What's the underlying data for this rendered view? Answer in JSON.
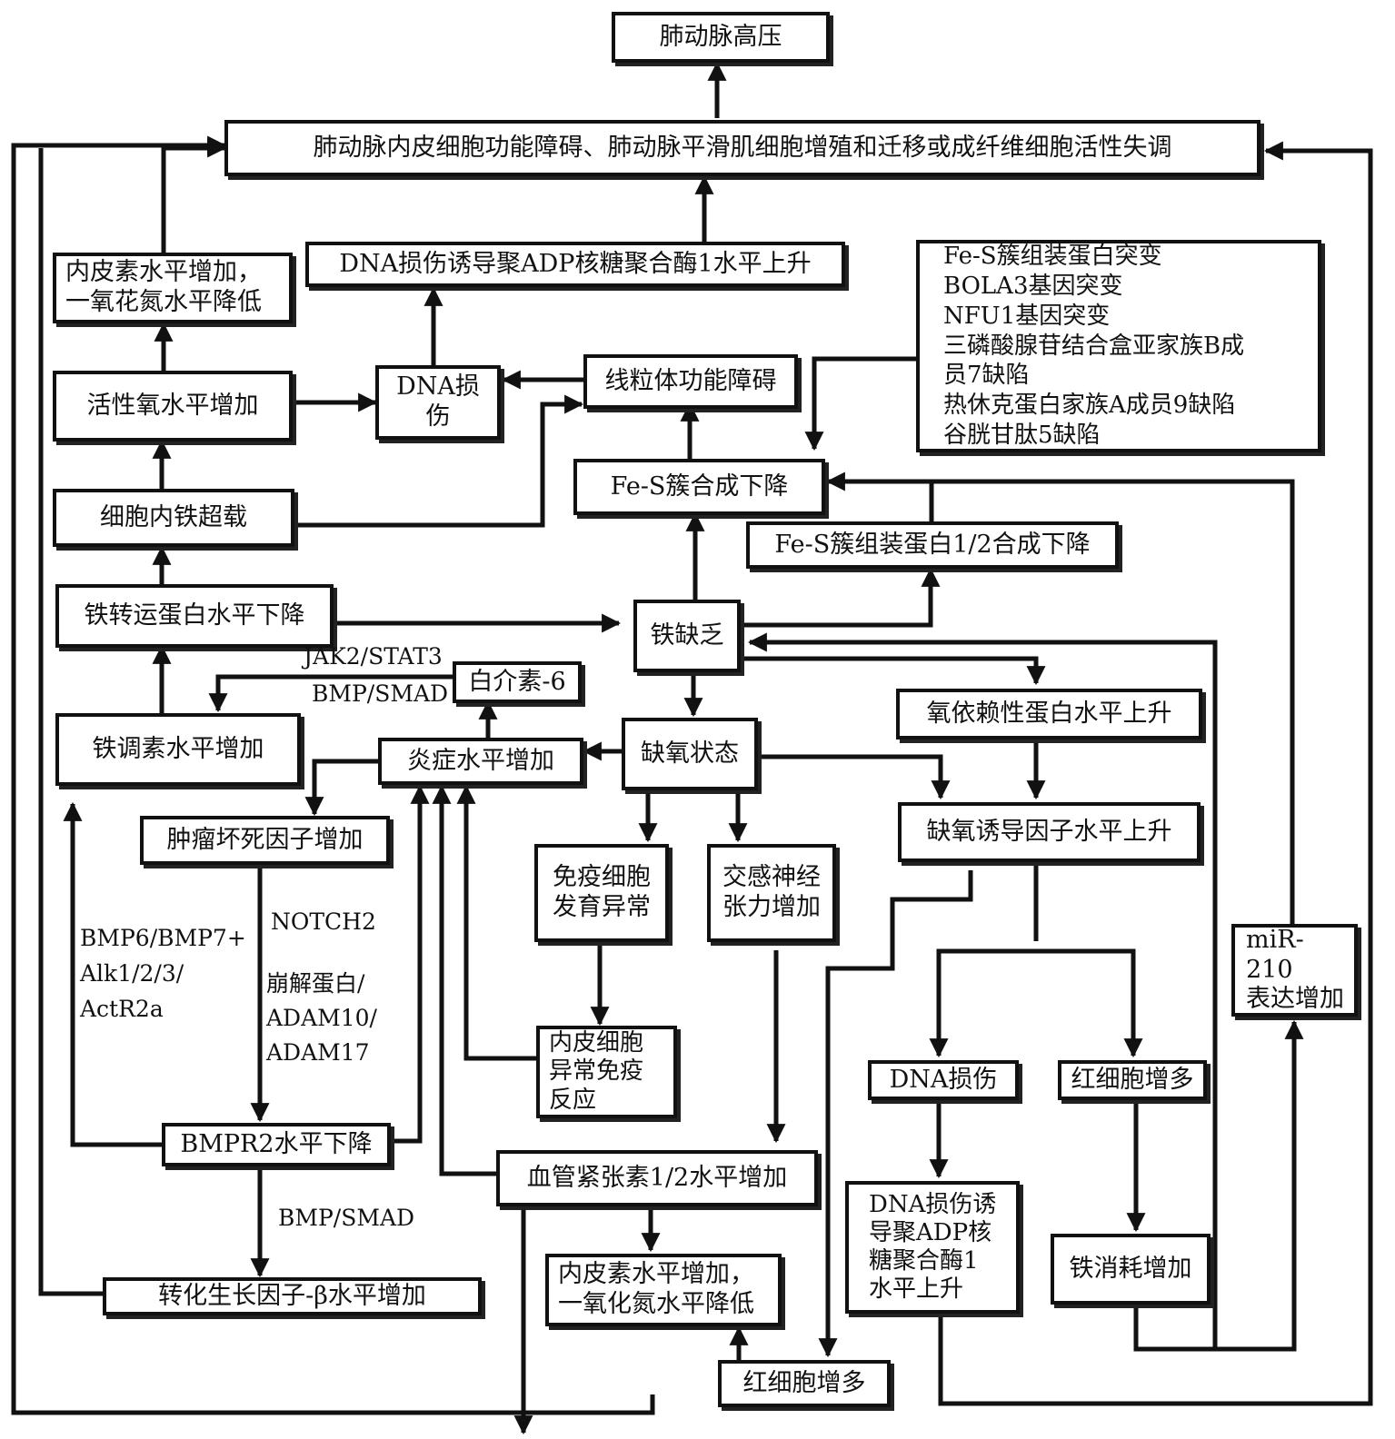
{
  "nodes": {
    "pah": "肺动脉高压",
    "endo_dysfunction": "肺动脉内皮细胞功能障碍、肺动脉平滑肌细胞增殖和迁移或成纤维细胞活性失调",
    "parp_top": "DNA损伤诱导聚ADP核糖聚合酶1水平上升",
    "genetic_list": "Fe-S簇组装蛋白突变\nBOLA3基因突变\nNFU1基因突变\n三磷酸腺苷结合盒亚家族B成\n员7缺陷\n热休克蛋白家族A成员9缺陷\n谷胱甘肽5缺陷",
    "endothelin_top": "内皮素水平增加，\n一氧花氮水平降低",
    "ros": "活性氧水平增加",
    "dna_damage_top": "DNA损伤",
    "mito": "线粒体功能障碍",
    "fes_synth": "Fe-S簇合成下降",
    "iron_overload": "细胞内铁超载",
    "isca": "Fe-S簇组装蛋白1/2合成下降",
    "transferrin": "铁转运蛋白水平下降",
    "iron_def": "铁缺乏",
    "il6": "白介素-6",
    "hepcidin": "铁调素水平增加",
    "inflammation": "炎症水平增加",
    "hypoxia": "缺氧状态",
    "o2_protein": "氧依赖性蛋白水平上升",
    "tnf": "肿瘤坏死因子增加",
    "immune": "免疫细胞\n发育异常",
    "sympathetic": "交感神经\n张力增加",
    "hif": "缺氧诱导因子水平上升",
    "mir210": "miR-210\n表达增加",
    "endo_immune": "内皮细胞\n异常免疫\n反应",
    "dna_damage_right": "DNA损伤",
    "erythro_right": "红细胞增多",
    "bmpr2": "BMPR2水平下降",
    "angiotensin": "血管紧张素1/2水平增加",
    "parp_right": "DNA损伤诱\n导聚ADP核\n糖聚合酶1\n水平上升",
    "iron_consumption": "铁消耗增加",
    "tgfb": "转化生长因子-β水平增加",
    "endothelin_bottom": "内皮素水平增加，\n一氧化氮水平降低",
    "erythro_bottom": "红细胞增多"
  },
  "edge_labels": {
    "jak_stat": "JAK2/STAT3",
    "bmp_smad_top": "BMP/SMAD",
    "bmp6": "BMP6/BMP7+\nAlk1/2/3/\nActR2a",
    "notch": "NOTCH2",
    "adam": "崩解蛋白/\nADAM10/\nADAM17",
    "bmp_smad_bottom": "BMP/SMAD"
  },
  "colors": {
    "stroke": "#111111",
    "fill": "#ffffff"
  }
}
